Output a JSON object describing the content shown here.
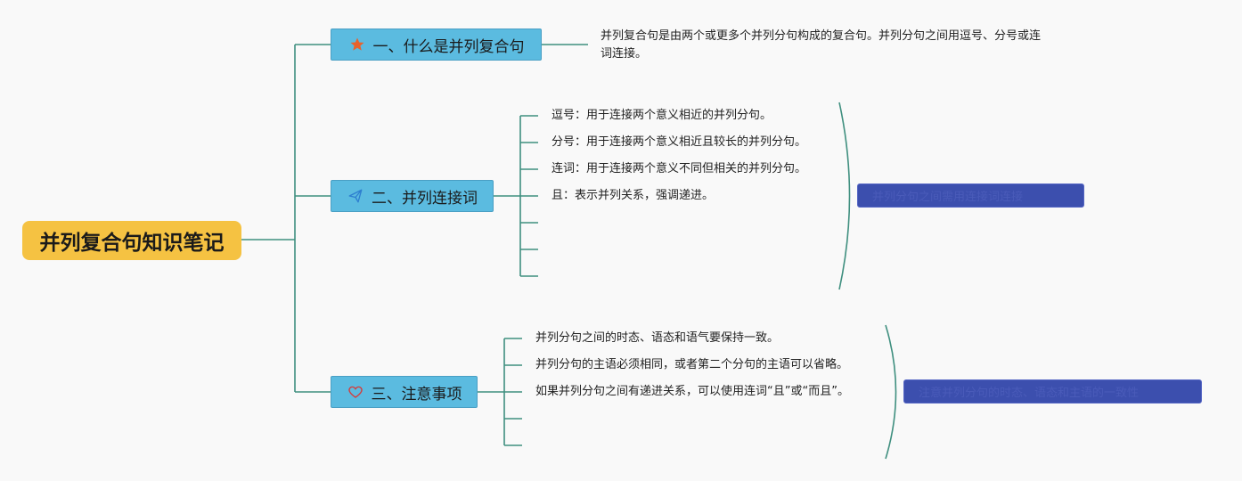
{
  "root": {
    "title": "并列复合句知识笔记"
  },
  "branches": [
    {
      "label": "一、什么是并列复合句",
      "icon": "star-icon"
    },
    {
      "label": "二、并列连接词",
      "icon": "paper-plane-icon"
    },
    {
      "label": "三、注意事项",
      "icon": "heart-icon"
    }
  ],
  "definition": {
    "text": "并列复合句是由两个或更多个并列分句构成的复合句。并列分句之间用逗号、分号或连词连接。"
  },
  "connectors": {
    "items": [
      "逗号：用于连接两个意义相近的并列分句。",
      "分号：用于连接两个意义相近且较长的并列分句。",
      "连词：用于连接两个意义不同但相关的并列分句。",
      "且：表示并列关系，强调递进。"
    ],
    "summary": "并列分句之间需用连接词连接"
  },
  "notes": {
    "items": [
      "并列分句之间的时态、语态和语气要保持一致。",
      "并列分句的主语必须相同，或者第二个分句的主语可以省略。",
      "如果并列分句之间有递进关系，可以使用连词“且”或“而且”。"
    ],
    "summary": "注意并列分句的时态、语态和主语的一致性"
  },
  "colors": {
    "root": "#f5c242",
    "branch": "#5bbbe0",
    "line": "#3f8f7f",
    "summary": "#3c4fae",
    "star": "#e8622c",
    "plane": "#2e7fd0",
    "heart": "#d63b3b"
  }
}
